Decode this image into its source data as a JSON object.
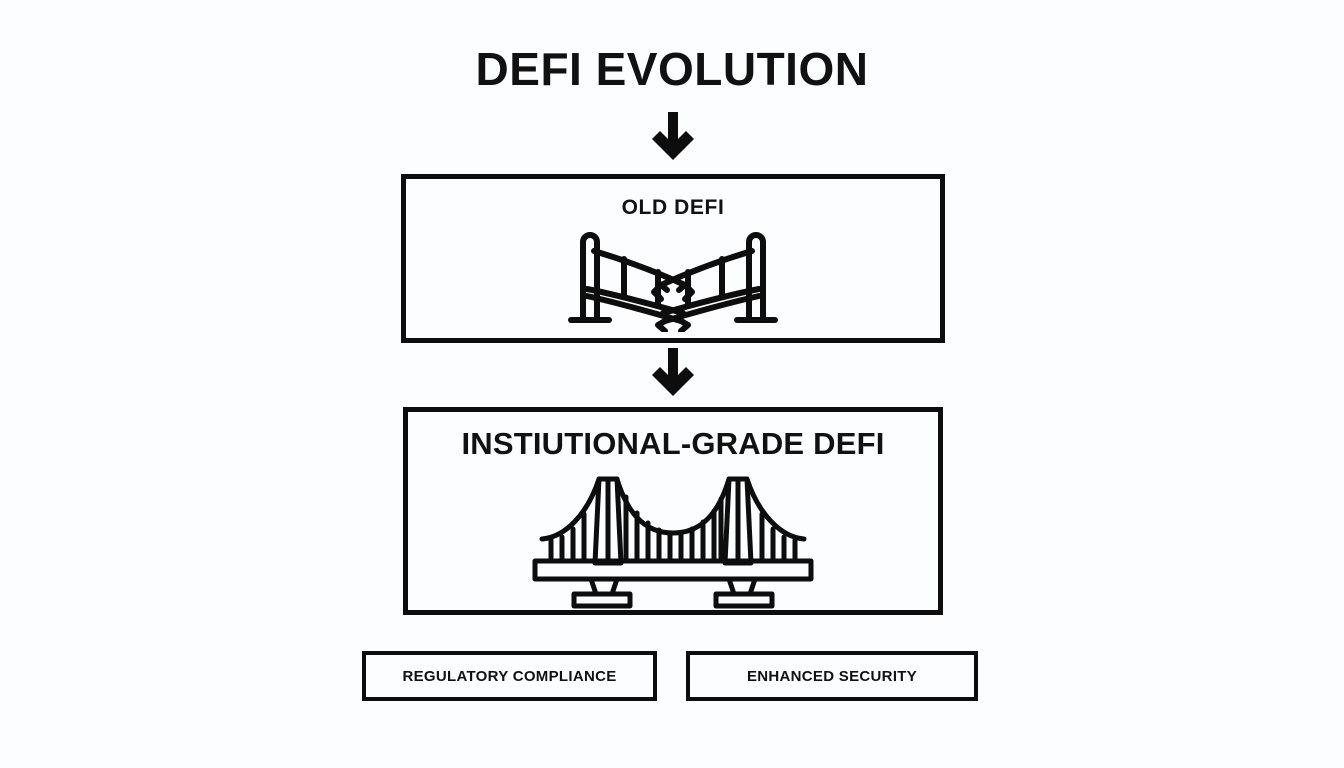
{
  "page": {
    "title": "DEFI EVOLUTION",
    "background_color": "#fcfdfe",
    "ink_color": "#0d0d0d"
  },
  "flow": {
    "arrow_1": {
      "icon": "arrow-down-icon",
      "direction": "down"
    },
    "arrow_2": {
      "icon": "arrow-down-icon",
      "direction": "down"
    }
  },
  "stages": [
    {
      "id": "old-defi",
      "label": "OLD DEFI",
      "icon": "broken-bridge-icon",
      "icon_description": "broken suspension bridge with collapsed center span"
    },
    {
      "id": "institutional-grade-defi",
      "label": "INSTIUTIONAL-GRADE DEFI",
      "icon": "suspension-bridge-icon",
      "icon_description": "intact suspension bridge with two towers and piers"
    }
  ],
  "features": [
    {
      "id": "regulatory-compliance",
      "label": "REGULATORY COMPLIANCE"
    },
    {
      "id": "enhanced-security",
      "label": "ENHANCED SECURITY"
    }
  ]
}
